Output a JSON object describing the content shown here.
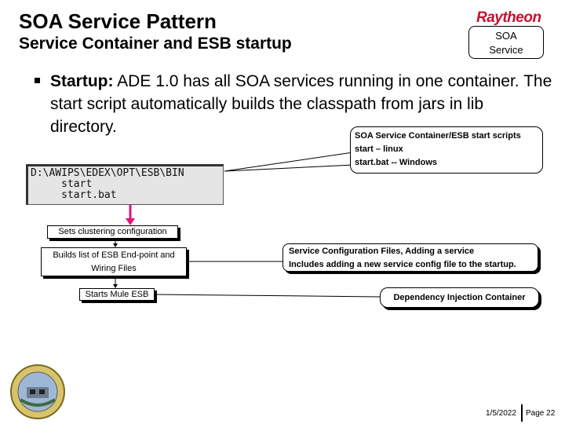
{
  "header": {
    "title": "SOA Service Pattern",
    "subtitle": "Service Container and ESB startup",
    "logo_text": "Raytheon",
    "badge_line1": "SOA",
    "badge_line2": "Service"
  },
  "bullet": {
    "lead": "Startup:",
    "text": " ADE 1.0 has all SOA services running in one container.  The start script automatically builds the classpath from jars in lib directory."
  },
  "terminal": {
    "line1": "D:\\AWIPS\\EDEX\\OPT\\ESB\\BIN",
    "line2": "     start",
    "line3": "     start.bat"
  },
  "callout": {
    "line1": "SOA Service Container/ESB start scripts",
    "line2": "start – linux",
    "line3": "start.bat -- Windows"
  },
  "flow": {
    "step1": "Sets clustering configuration",
    "step2": "Builds list of ESB End-point and Wiring Files",
    "step3": "Starts Mule ESB"
  },
  "right": {
    "config_line1": "Service Configuration Files,  Adding a service",
    "config_line2": "Includes adding a new service config file to the startup.",
    "di": "Dependency Injection Container"
  },
  "footer": {
    "date": "1/5/2022",
    "page": "Page 22"
  },
  "colors": {
    "accent_red": "#c8102e",
    "arrow_magenta": "#e0147a"
  }
}
